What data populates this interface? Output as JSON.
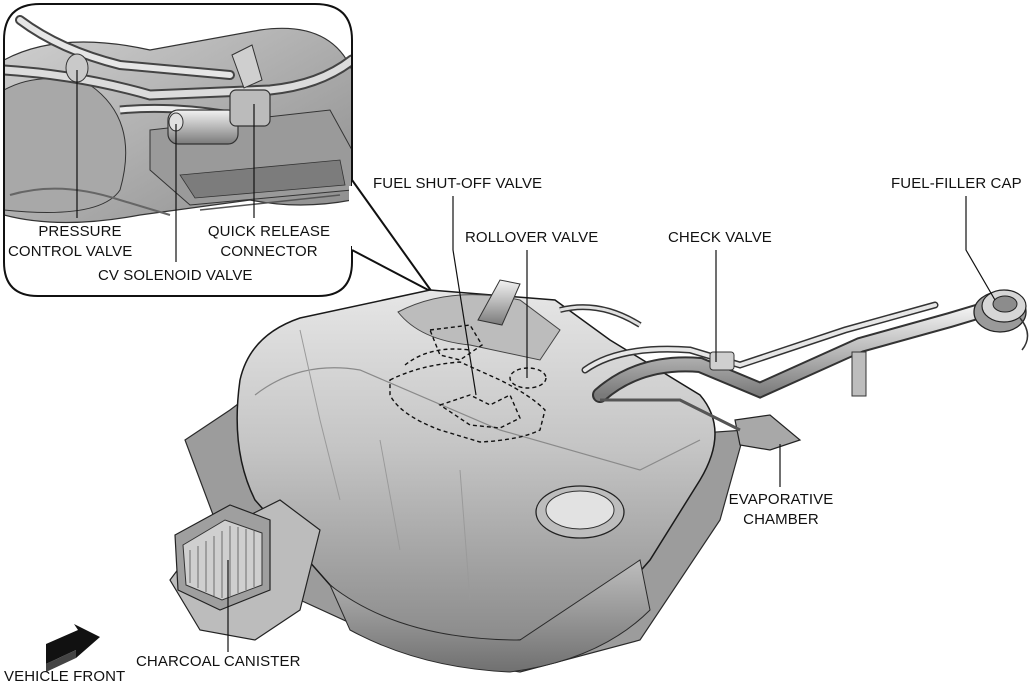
{
  "labels": {
    "fuel_shutoff_valve": "FUEL SHUT-OFF VALVE",
    "rollover_valve": "ROLLOVER VALVE",
    "check_valve": "CHECK VALVE",
    "fuel_filler_cap": "FUEL-FILLER CAP",
    "evaporative_chamber_line1": "EVAPORATIVE",
    "evaporative_chamber_line2": "CHAMBER",
    "charcoal_canister": "CHARCOAL CANISTER",
    "vehicle_front": "VEHICLE FRONT",
    "pressure_control_valve_line1": "PRESSURE",
    "pressure_control_valve_line2": "CONTROL VALVE",
    "quick_release_connector_line1": "QUICK RELEASE",
    "quick_release_connector_line2": "CONNECTOR",
    "cv_solenoid_valve": "CV SOLENOID VALVE"
  },
  "colors": {
    "metal_light": "#d9d9d9",
    "metal_mid": "#b3b3b3",
    "metal_dark": "#6e6e6e",
    "outline": "#1a1a1a"
  }
}
